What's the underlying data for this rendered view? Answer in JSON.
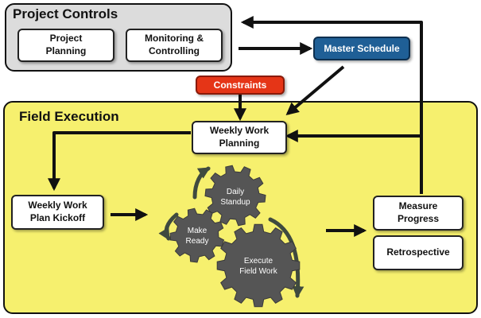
{
  "project_controls": {
    "title": "Project Controls",
    "boxes": [
      {
        "label": "Project\nPlanning"
      },
      {
        "label": "Monitoring &\nControlling"
      }
    ]
  },
  "master_schedule": {
    "label": "Master Schedule",
    "color": "#1f5f96"
  },
  "constraints": {
    "label": "Constraints",
    "color": "#e53517"
  },
  "field_execution": {
    "title": "Field Execution",
    "color": "#f6f06e",
    "weekly_planning": "Weekly Work\nPlanning",
    "kickoff": "Weekly Work\nPlan Kickoff",
    "measure": "Measure\nProgress",
    "retrospective": "Retrospective"
  },
  "gears": {
    "color": "#555555",
    "daily_standup": {
      "line1": "Daily",
      "line2": "Standup"
    },
    "make_ready": {
      "line1": "Make",
      "line2": "Ready"
    },
    "execute": {
      "line1": "Execute",
      "line2": "Field Work"
    }
  }
}
